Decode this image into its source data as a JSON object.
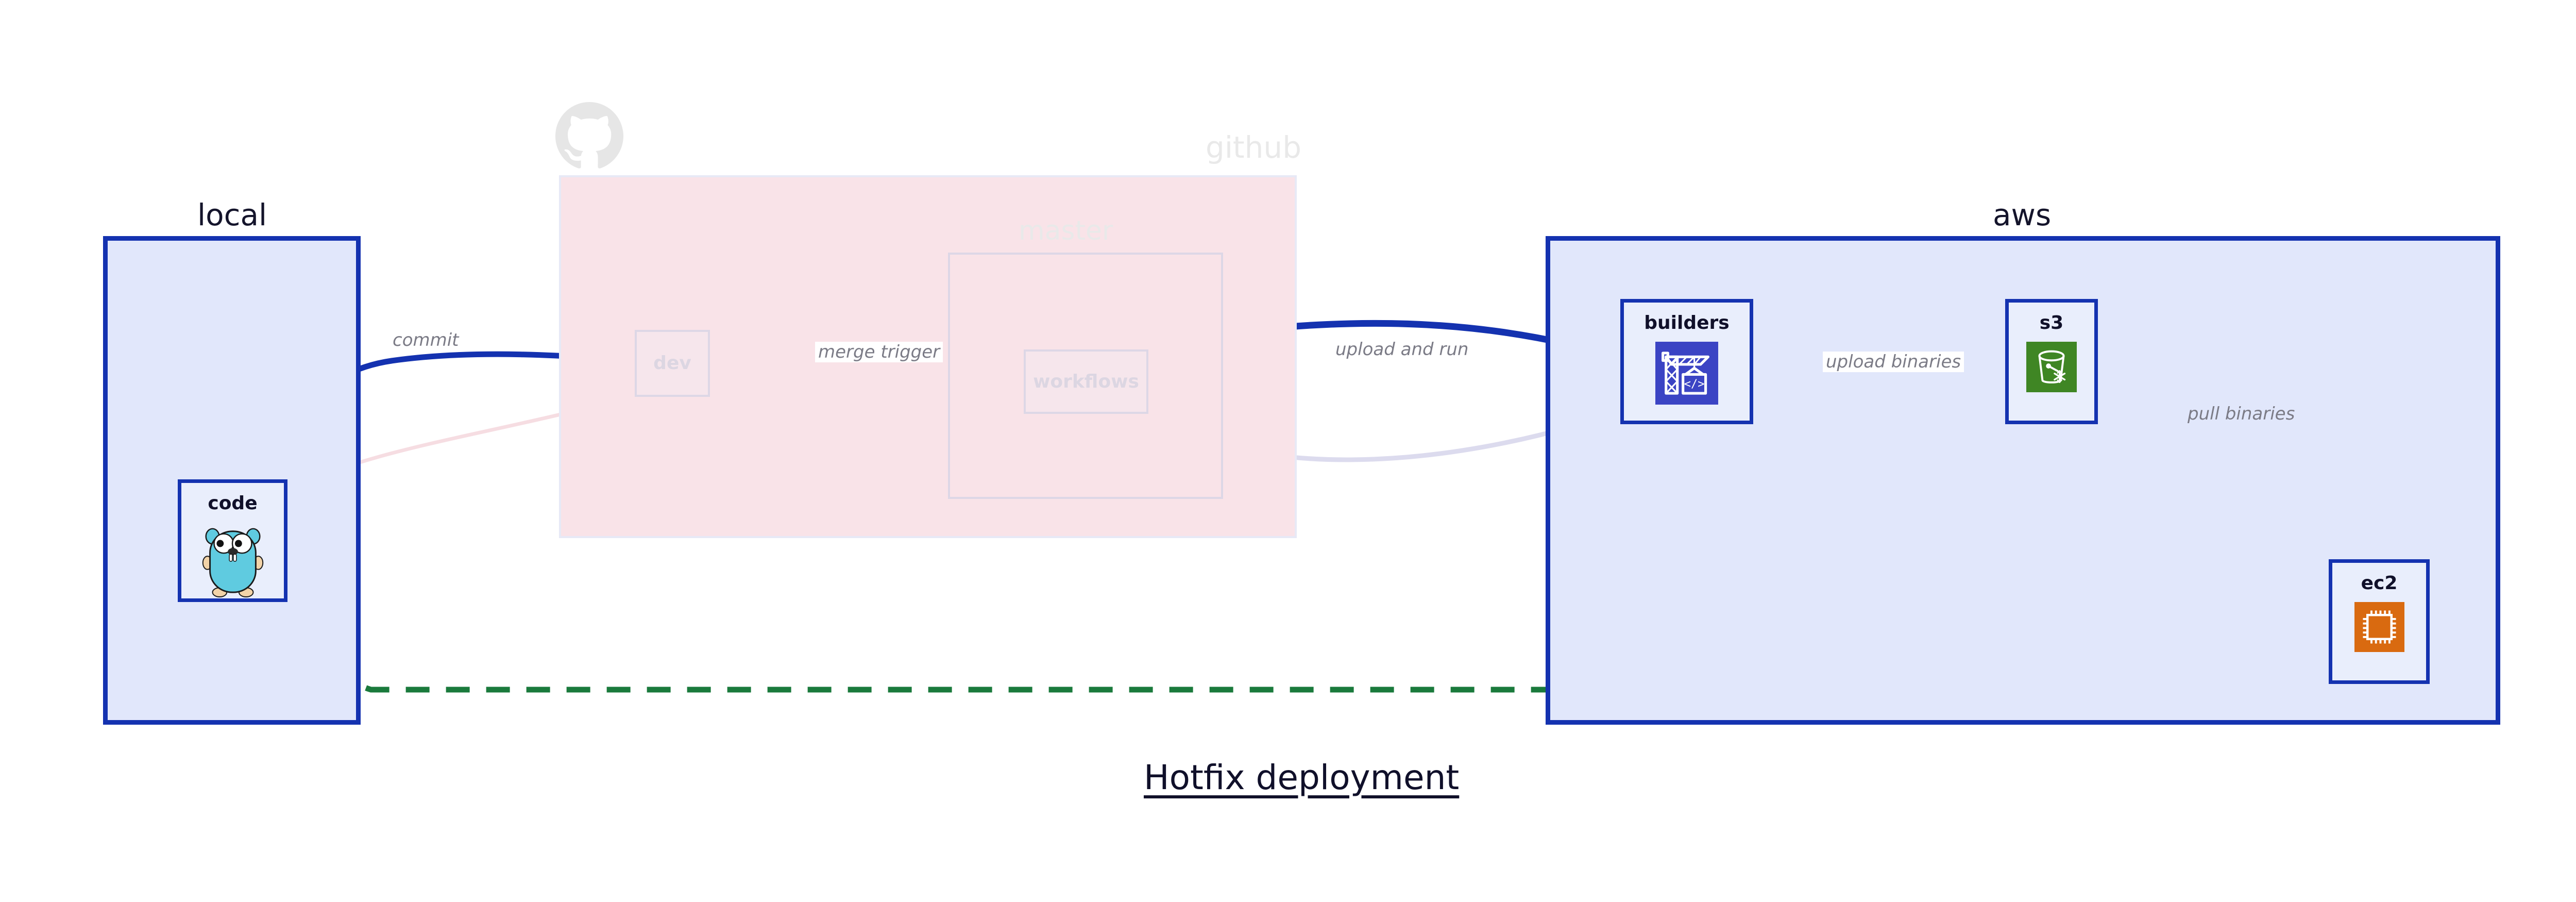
{
  "title": "Hotfix deployment",
  "groups": [
    {
      "id": "local",
      "label": "local",
      "style": "solid"
    },
    {
      "id": "github",
      "label": "github",
      "style": "faded"
    },
    {
      "id": "master",
      "label": "master",
      "style": "faded-inner"
    },
    {
      "id": "aws",
      "label": "aws",
      "style": "solid"
    }
  ],
  "nodes": [
    {
      "id": "code",
      "label": "code",
      "icon": "go-gopher-icon",
      "group": "local",
      "state": "active"
    },
    {
      "id": "dev",
      "label": "dev",
      "icon": "none",
      "group": "github",
      "state": "faded"
    },
    {
      "id": "workflows",
      "label": "workflows",
      "icon": "none",
      "group": "master",
      "state": "faded"
    },
    {
      "id": "builders",
      "label": "builders",
      "icon": "aws-codebuild-icon",
      "group": "aws",
      "state": "active"
    },
    {
      "id": "s3",
      "label": "s3",
      "icon": "aws-s3-glacier-icon",
      "group": "aws",
      "state": "active"
    },
    {
      "id": "ec2",
      "label": "ec2",
      "icon": "aws-ec2-icon",
      "group": "aws",
      "state": "active"
    }
  ],
  "edges": [
    {
      "id": "commit",
      "label": "commit",
      "from": "code",
      "to": "dev",
      "style": "solid-blue",
      "state": "active"
    },
    {
      "id": "merge-trigger",
      "label": "merge trigger",
      "from": "dev",
      "to": "workflows",
      "style": "solid-blue",
      "state": "active"
    },
    {
      "id": "upload-and-run",
      "label": "upload and run",
      "from": "workflows",
      "to": "builders",
      "style": "solid-blue",
      "state": "active"
    },
    {
      "id": "upload-binaries",
      "label": "upload binaries",
      "from": "builders",
      "to": "s3",
      "style": "solid-blue",
      "state": "active"
    },
    {
      "id": "pull-binaries",
      "label": "pull binaries",
      "from": "s3",
      "to": "ec2",
      "style": "solid-blue",
      "state": "active"
    },
    {
      "id": "hotfix-direct",
      "label": "",
      "from": "code",
      "to": "ec2",
      "style": "dashed-green",
      "state": "active"
    },
    {
      "id": "ghost-back-1",
      "label": "",
      "from": "code",
      "to": "dev",
      "style": "solid-pink",
      "state": "faded"
    },
    {
      "id": "ghost-back-2",
      "label": "",
      "from": "dev",
      "to": "workflows",
      "style": "solid-lilac",
      "state": "faded"
    },
    {
      "id": "ghost-back-3",
      "label": "",
      "from": "workflows",
      "to": "builders",
      "style": "solid-lilac",
      "state": "faded"
    }
  ],
  "icons": {
    "github_logo": "github-octocat-icon"
  },
  "colors": {
    "accent_blue": "#1432b0",
    "group_fill_blue": "#e1e7fb",
    "node_fill_blue": "#e9eefc",
    "github_pink": "#f9e3e8",
    "ghost_gray": "#e9e9e9",
    "edge_label_gray": "#7b7b86",
    "green_dashed": "#1a7a3c",
    "codebuild_purple": "#3b44c4",
    "s3_green": "#3f8624",
    "ec2_orange": "#d96a10",
    "gopher_teal": "#5fcbe0",
    "title_ink": "#10102a"
  }
}
